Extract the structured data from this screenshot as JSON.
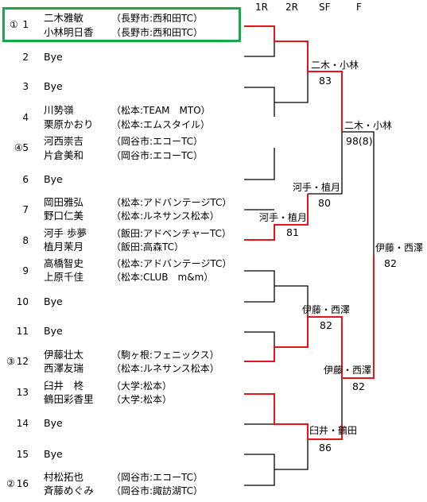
{
  "rounds": [
    "1R",
    "2R",
    "SF",
    "F"
  ],
  "entries": [
    {
      "num": "1",
      "seed": "①",
      "players": [
        {
          "name": "二木雅敏",
          "club": "（長野市:西和田TC）"
        },
        {
          "name": "小林明日香",
          "club": "（長野市:西和田TC）"
        }
      ]
    },
    {
      "num": "2",
      "seed": "",
      "players": [
        {
          "name": "Bye",
          "club": ""
        }
      ]
    },
    {
      "num": "3",
      "seed": "",
      "players": [
        {
          "name": "Bye",
          "club": ""
        }
      ]
    },
    {
      "num": "4",
      "seed": "",
      "players": [
        {
          "name": "川㔟嶺",
          "club": "（松本:TEAM　MTO）"
        },
        {
          "name": "栗原かおり",
          "club": "（松本:エムスタイル）"
        }
      ]
    },
    {
      "num": "5",
      "seed": "④",
      "players": [
        {
          "name": "河西崇吉",
          "club": "（岡谷市:エコーTC）"
        },
        {
          "name": "片倉美和",
          "club": "（岡谷市:エコーTC）"
        }
      ]
    },
    {
      "num": "6",
      "seed": "",
      "players": [
        {
          "name": "Bye",
          "club": ""
        }
      ]
    },
    {
      "num": "7",
      "seed": "",
      "players": [
        {
          "name": "岡田雅弘",
          "club": "（松本:アドバンテージTC）"
        },
        {
          "name": "野口仁美",
          "club": "（松本:ルネサンス松本）"
        }
      ]
    },
    {
      "num": "8",
      "seed": "",
      "players": [
        {
          "name": "河手 歩夢",
          "club": "（飯田:アドベンチャーTC）"
        },
        {
          "name": "植月茉月",
          "club": "（飯田:高森TC）"
        }
      ]
    },
    {
      "num": "9",
      "seed": "",
      "players": [
        {
          "name": "高橋智史",
          "club": "（松本:アドバンテージTC）"
        },
        {
          "name": "上原千佳",
          "club": "（松本:CLUB　m&m）"
        }
      ]
    },
    {
      "num": "10",
      "seed": "",
      "players": [
        {
          "name": "Bye",
          "club": ""
        }
      ]
    },
    {
      "num": "11",
      "seed": "",
      "players": [
        {
          "name": "Bye",
          "club": ""
        }
      ]
    },
    {
      "num": "12",
      "seed": "③",
      "players": [
        {
          "name": "伊藤壮太",
          "club": "（駒ヶ根:フェニックス）"
        },
        {
          "name": "西澤友瑞",
          "club": "（松本:ルネサンス松本）"
        }
      ]
    },
    {
      "num": "13",
      "seed": "",
      "players": [
        {
          "name": "臼井　柊",
          "club": "（大学:松本）"
        },
        {
          "name": "鶴田彩香里",
          "club": "（大学:松本）"
        }
      ]
    },
    {
      "num": "14",
      "seed": "",
      "players": [
        {
          "name": "Bye",
          "club": ""
        }
      ]
    },
    {
      "num": "15",
      "seed": "",
      "players": [
        {
          "name": "Bye",
          "club": ""
        }
      ]
    },
    {
      "num": "16",
      "seed": "②",
      "players": [
        {
          "name": "村松拓也",
          "club": "（岡谷市:エコーTC）"
        },
        {
          "name": "斉藤めぐみ",
          "club": "（岡谷市:諏訪湖TC）"
        }
      ]
    }
  ],
  "results": [
    {
      "winner": "河手・植月",
      "score": "81"
    },
    {
      "winner": "二木・小林",
      "score": "83"
    },
    {
      "winner": "河手・植月",
      "score": "80"
    },
    {
      "winner": "伊藤・西澤",
      "score": "82"
    },
    {
      "winner": "臼井・鶴田",
      "score": "86"
    },
    {
      "winner": "二木・小林",
      "score": "98(8)"
    },
    {
      "winner": "伊藤・西澤",
      "score": "82"
    },
    {
      "winner": "伊藤・西澤",
      "score": "82"
    }
  ],
  "colors": {
    "win_line": "#e8141c",
    "line": "#000000",
    "highlight": "#18a84a"
  }
}
